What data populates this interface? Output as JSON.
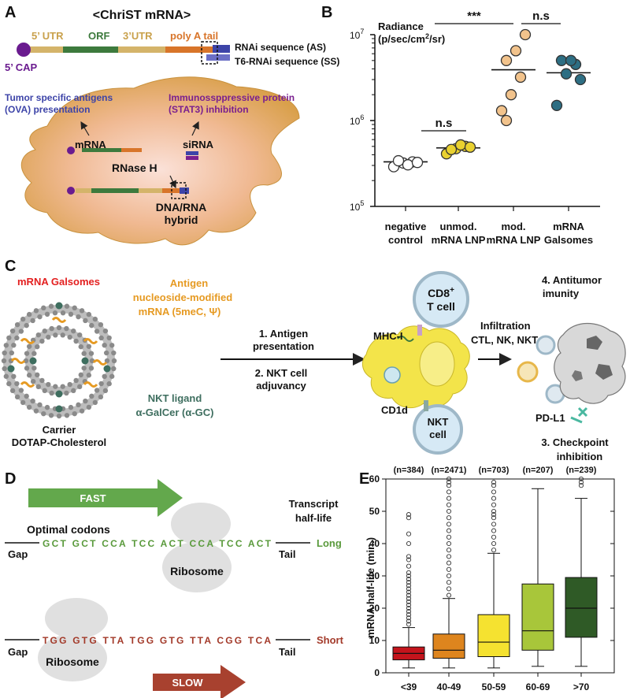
{
  "panels": {
    "A": {
      "letter": "A",
      "title": "<ChriST mRNA>",
      "cap": "5’ CAP",
      "utr5": "5’ UTR",
      "orf": "ORF",
      "utr3": "3’UTR",
      "polya": "poly A tail",
      "rnai_as": "RNAi sequence (AS)",
      "rnai_ss": "T6-RNAi sequence (SS)",
      "antigen_line1": "Tumor specific antigens",
      "antigen_line2": "(OVA) presentation",
      "protein_line1": "Immunossppressive protein",
      "protein_line2": "(STAT3) inhibition",
      "mrna": "mRNA",
      "sirna": "siRNA",
      "rnase": "RNase H",
      "hybrid_line1": "DNA/RNA",
      "hybrid_line2": "hybrid",
      "colors": {
        "cap": "#6a1b8f",
        "utr": "#d4b46a",
        "orf": "#3d7a3d",
        "polya": "#d8752a",
        "rnai": "#3d44a8",
        "cell": "#e2b25b"
      }
    },
    "B": {
      "letter": "B",
      "ylabel_line1": "Radiance",
      "ylabel_line2": "(p/sec/cm",
      "ylabel_sup": "2",
      "ylabel_line2_end": "/sr)",
      "sig1": "***",
      "sig2": "n.s",
      "sig3": "n.s",
      "yticks": [
        {
          "base": "10",
          "exp": "7"
        },
        {
          "base": "10",
          "exp": "6"
        },
        {
          "base": "10",
          "exp": "5"
        }
      ],
      "groups": [
        {
          "line1": "negative",
          "line2": "control"
        },
        {
          "line1": "unmod.",
          "line2": "mRNA LNP"
        },
        {
          "line1": "mod.",
          "line2": "mRNA LNP"
        },
        {
          "line1": "mRNA",
          "line2": "Galsomes"
        }
      ]
    },
    "C": {
      "letter": "C",
      "galsomes": "mRNA Galsomes",
      "antigen_line1": "Antigen",
      "antigen_line2": "nucleoside-modified",
      "antigen_line3": "mRNA (5meC, Ψ)",
      "nkt_ligand_line1": "NKT ligand",
      "nkt_ligand_line2": "α-GalCer (α-GC)",
      "carrier_line1": "Carrier",
      "carrier_line2": "DOTAP-Cholesterol",
      "step1_line1": "1. Antigen",
      "step1_line2": "presentation",
      "step2_line1": "2. NKT cell",
      "step2_line2": "adjuvancy",
      "cd8_line1": "CD8",
      "cd8_sup": "+",
      "cd8_line2": "T cell",
      "mhc": "MHC-I",
      "cd1d": "CD1d",
      "nkt_cell_line1": "NKT",
      "nkt_cell_line2": "cell",
      "infil_line1": "Infiltration",
      "infil_line2": "CTL, NK, NKT",
      "step4_line1": "4. Antitumor",
      "step4_line2": "imunity",
      "pdl1": "PD-L1",
      "step3_line1": "3. Checkpoint",
      "step3_line2": "inhibition"
    },
    "D": {
      "letter": "D",
      "fast": "FAST",
      "slow": "SLOW",
      "transcript_line1": "Transcript",
      "transcript_line2": "half-life",
      "optimal": "Optimal codons",
      "seq_fast": "GCT GCT CCA TCC ACT CCA TCC ACT",
      "seq_slow": "TGG GTG TTA TGG GTG TTA CGG TCA",
      "gap": "Gap",
      "tail": "Tail",
      "ribosome": "Ribosome",
      "long": "Long",
      "short": "Short"
    },
    "E": {
      "letter": "E",
      "ylabel": "mRNA half-life (min.)"
    }
  },
  "chart_data": [
    {
      "panel": "B",
      "type": "scatter",
      "title": "",
      "ylabel": "Radiance (p/sec/cm2/sr)",
      "yscale": "log",
      "ylim": [
        100000,
        10000000
      ],
      "categories": [
        "negative control",
        "unmod. mRNA LNP",
        "mod. mRNA LNP",
        "mRNA Galsomes"
      ],
      "series": [
        {
          "values": [
            290000,
            320000,
            330000,
            340000,
            305000,
            325000
          ],
          "mean": 330000,
          "color": "#ffffff"
        },
        {
          "values": [
            410000,
            470000,
            500000,
            460000,
            520000,
            490000
          ],
          "mean": 480000,
          "color": "#e9d130"
        },
        {
          "values": [
            1300000,
            2000000,
            3200000,
            5000000,
            6500000,
            10000000,
            1000000
          ],
          "mean": 3900000,
          "color": "#f2c38c"
        },
        {
          "values": [
            1500000,
            3500000,
            4500000,
            5000000,
            5000000,
            3000000
          ],
          "mean": 3600000,
          "color": "#2d6e83"
        }
      ],
      "significance": [
        {
          "between": [
            "unmod. mRNA LNP",
            "mod. mRNA LNP"
          ],
          "label": "***"
        },
        {
          "between": [
            "negative control",
            "unmod. mRNA LNP"
          ],
          "label": "n.s"
        },
        {
          "between": [
            "mod. mRNA LNP",
            "mRNA Galsomes"
          ],
          "label": "n.s"
        }
      ]
    },
    {
      "panel": "E",
      "type": "box",
      "title": "",
      "xlabel": "",
      "ylabel": "mRNA half-life (min.)",
      "ylim": [
        0,
        60
      ],
      "yticks": [
        0,
        10,
        20,
        30,
        40,
        50,
        60
      ],
      "categories": [
        "<39",
        "40-49",
        "50-59",
        "60-69",
        ">70"
      ],
      "counts": [
        "(n=384)",
        "(n=2471)",
        "(n=703)",
        "(n=207)",
        "(n=239)"
      ],
      "boxes": [
        {
          "whisker_low": 1.5,
          "q1": 4,
          "median": 6,
          "q3": 8,
          "whisker_high": 14,
          "color": "#c4141c"
        },
        {
          "whisker_low": 1.5,
          "q1": 4.5,
          "median": 7,
          "q3": 12,
          "whisker_high": 23,
          "color": "#de851e"
        },
        {
          "whisker_low": 1.5,
          "q1": 5,
          "median": 9.5,
          "q3": 18,
          "whisker_high": 37,
          "color": "#f5e230"
        },
        {
          "whisker_low": 2,
          "q1": 7,
          "median": 13,
          "q3": 27.5,
          "whisker_high": 57,
          "color": "#a8c63a"
        },
        {
          "whisker_low": 2,
          "q1": 11,
          "median": 20,
          "q3": 29.5,
          "whisker_high": 54,
          "color": "#2f5a26"
        }
      ],
      "outliers": [
        [
          15,
          16,
          17,
          18,
          19,
          20,
          21,
          22,
          23,
          24,
          25,
          26,
          27,
          28,
          29,
          30,
          31,
          33,
          35,
          36,
          40,
          43,
          48,
          49
        ],
        [
          24,
          26,
          28,
          30,
          32,
          34,
          36,
          38,
          40,
          42,
          44,
          46,
          48,
          50,
          52,
          54,
          56,
          58,
          59,
          60
        ],
        [
          38,
          40,
          42,
          44,
          46,
          48,
          49,
          50,
          52,
          54,
          56,
          58,
          59
        ],
        [],
        [
          58,
          59,
          60
        ]
      ]
    }
  ]
}
